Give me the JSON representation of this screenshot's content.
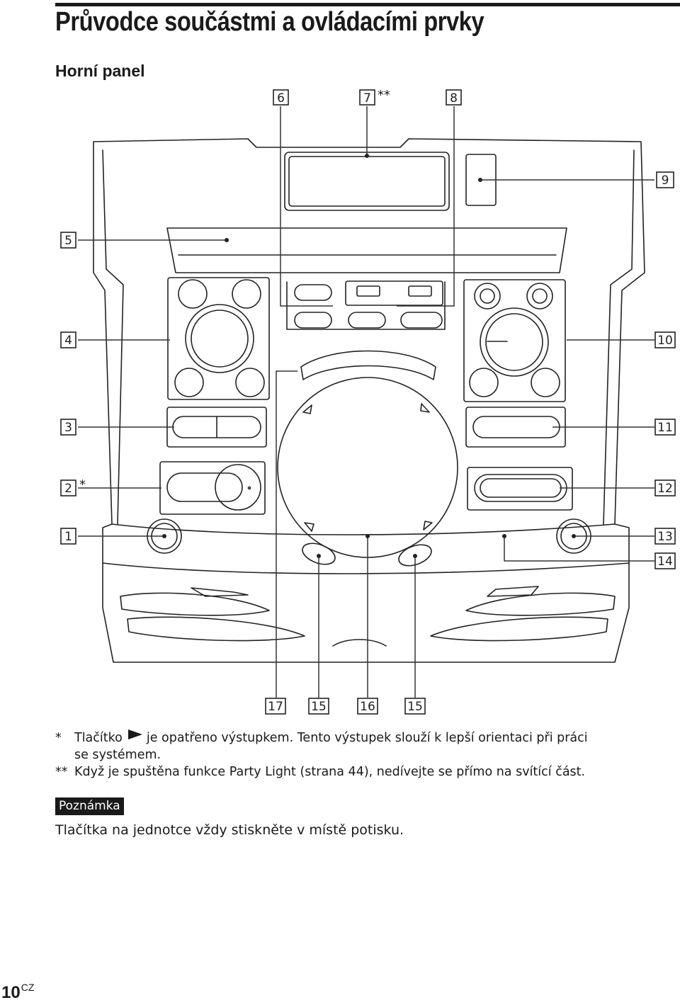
{
  "page": {
    "title": "Průvodce součástmi a ovládacími prvky",
    "section": "Horní panel",
    "page_number": "10",
    "page_suffix": "CZ"
  },
  "callouts": {
    "c1": "1",
    "c2": "2",
    "c3": "3",
    "c4": "4",
    "c5": "5",
    "c6": "6",
    "c7": "7",
    "c8": "8",
    "c9": "9",
    "c10": "10",
    "c11": "11",
    "c12": "12",
    "c13": "13",
    "c14": "14",
    "c15a": "15",
    "c15b": "15",
    "c16": "16",
    "c17": "17",
    "star_single": "*",
    "star_double": "**"
  },
  "notes": {
    "n1_mark": "*",
    "n1_before": "Tlačítko",
    "n1_after": "je opatřeno výstupkem. Tento výstupek slouží k lepší orientaci při práci",
    "n1_cont": "se systémem.",
    "n2_mark": "**",
    "n2_text": "Když je spuštěna funkce Party Light (strana 44), nedívejte se přímo na svítící část."
  },
  "note_badge": "Poznámka",
  "hint": "Tlačítka na jednotce vždy stiskněte v místě potisku.",
  "icons": {
    "play": "play-triangle-icon"
  },
  "colors": {
    "ink": "#1a1a1a",
    "line": "#222222",
    "paper": "#ffffff"
  }
}
